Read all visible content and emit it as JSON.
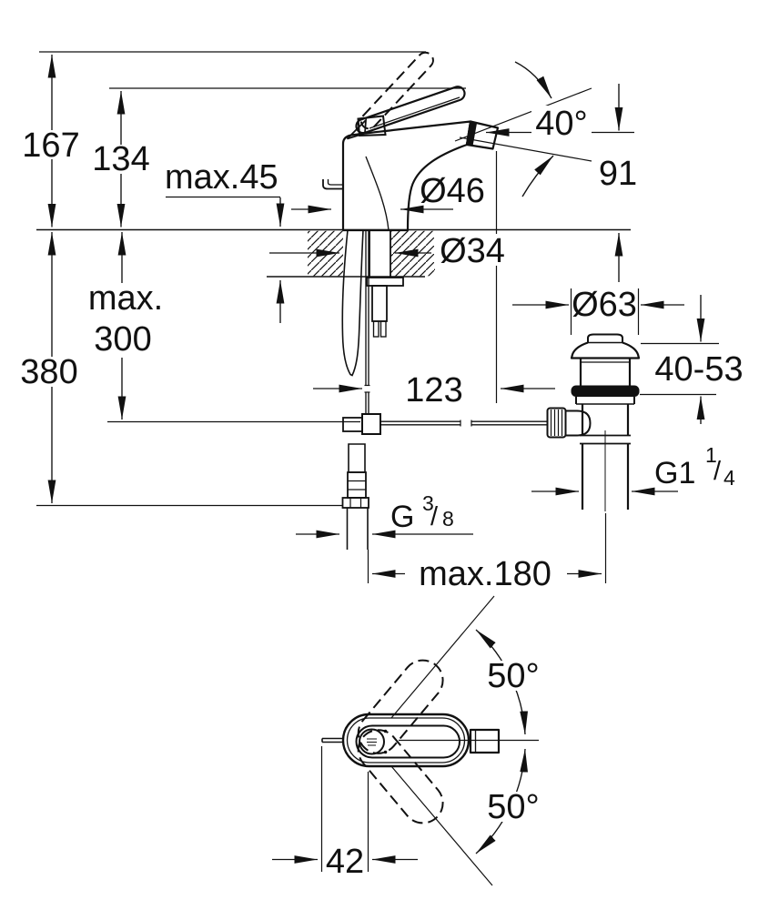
{
  "colors": {
    "ink": "#111111",
    "paper": "#ffffff"
  },
  "side_view": {
    "height_total": "167",
    "height_to_lever": "134",
    "deck_thickness_max": "max.45",
    "base_diameter": "Ø46",
    "hole_diameter": "Ø34",
    "aerator_angle": "40°",
    "spout_height": "91",
    "hose_drop_max_line1": "max.",
    "hose_drop_max_line2": "300",
    "total_depth": "380",
    "spout_projection": "123",
    "supply_thread": {
      "main": "G",
      "numerator": "3",
      "slash": "/",
      "denominator": "8"
    },
    "rod_reach_max": "max.180"
  },
  "waste_valve": {
    "flange_diameter": "Ø63",
    "adjust_range": "40-53",
    "thread": {
      "main": "G1",
      "numerator": "1",
      "slash": "/",
      "denominator": "4"
    }
  },
  "top_view": {
    "swing_angle_up": "50°",
    "swing_angle_down": "50°",
    "rod_offset": "42"
  }
}
